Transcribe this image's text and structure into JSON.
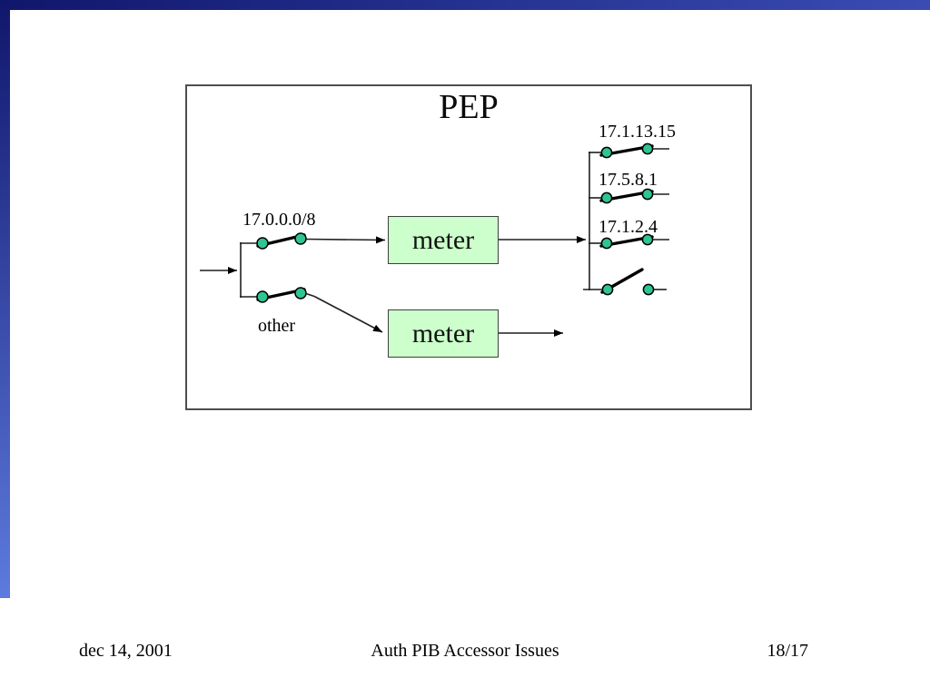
{
  "slide": {
    "title": "PEP",
    "filters": {
      "subnet": "17.0.0.0/8",
      "other": "other"
    },
    "meters": [
      "meter",
      "meter"
    ],
    "outputs": [
      "17.1.13.15",
      "17.5.8.1",
      "17.1.2.4"
    ],
    "footer": {
      "date": "dec 14, 2001",
      "title": "Auth PIB Accessor Issues",
      "page": "18/17"
    },
    "colors": {
      "meter_fill": "#ccffcc",
      "switch_contact": "#2fc493",
      "accent_bar_dark": "#10166b",
      "accent_bar_light": "#5d7ade"
    }
  }
}
